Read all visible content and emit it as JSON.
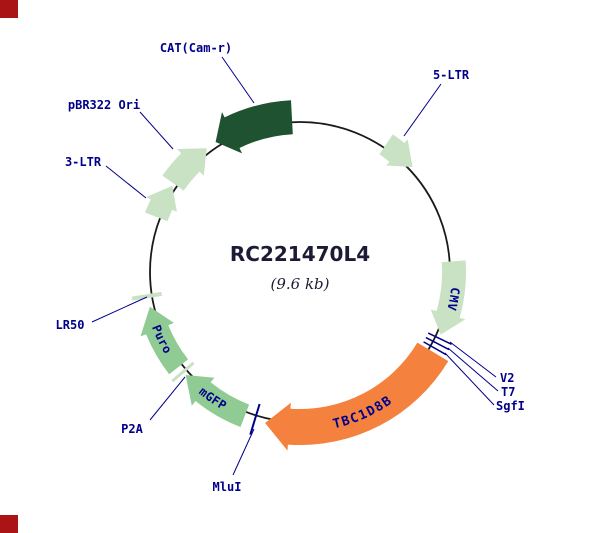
{
  "map": {
    "title": "RC221470L4",
    "subtitle": "(9.6 kb)",
    "features": {
      "cat": {
        "label": "CAT(Cam-r)"
      },
      "pbr322_ori": {
        "label": "pBR322 Ori"
      },
      "ltr3": {
        "label": "3-LTR"
      },
      "ltr5": {
        "label": "5-LTR"
      },
      "cmv": {
        "label": "CMV"
      },
      "tbc1d8b": {
        "label": "TBC1D8B"
      },
      "mgfp": {
        "label": "mGFP"
      },
      "puro": {
        "label": "Puro"
      },
      "lr50": {
        "label": "LR50"
      },
      "p2a": {
        "label": "P2A"
      }
    },
    "sites": {
      "v2": {
        "label": "V2"
      },
      "t7": {
        "label": "T7"
      },
      "sgfi": {
        "label": "SgfI"
      },
      "mlui": {
        "label": "MluI"
      }
    },
    "colors": {
      "dark_green": "#1e5230",
      "light_green": "#c9e2c4",
      "mid_green": "#8fcb92",
      "orange": "#f5813e",
      "label_navy": "#00008b",
      "backbone": "#1a1a1a",
      "title_color": "#1b1b35",
      "marker_red": "#aa1414"
    }
  }
}
